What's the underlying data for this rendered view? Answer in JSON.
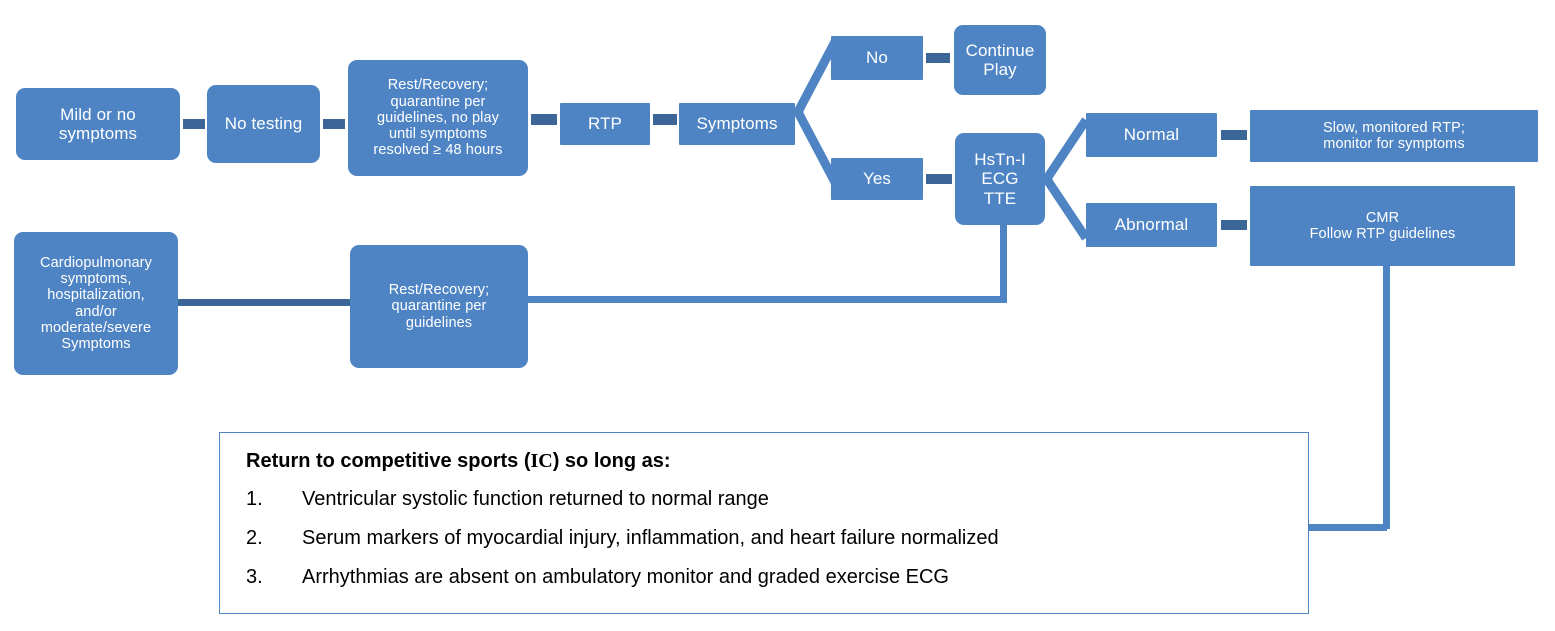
{
  "diagram": {
    "title_semantics": "COVID-19 return-to-play cardiac evaluation flowchart",
    "colors": {
      "box_fill": "#4E84C4",
      "box_text": "#FFFFFF",
      "stub_connector": "#3D6698",
      "route_connector": "#4E84C4",
      "panel_border": "#4E84C4",
      "panel_text": "#000000"
    },
    "nodes": {
      "mild_or_no_symptoms": "Mild or no symptoms",
      "no_testing": "No testing",
      "rest_recovery_full": "Rest/Recovery; quarantine per guidelines, no play until symptoms resolved ≥ 48 hours",
      "rtp": "RTP",
      "symptoms": "Symptoms",
      "branch_no": "No",
      "branch_yes": "Yes",
      "continue_play": "Continue Play",
      "hstni_ecg_tte": "HsTn-I ECG TTE",
      "branch_normal": "Normal",
      "branch_abnormal": "Abnormal",
      "slow_monitored_rtp": "Slow, monitored RTP; monitor for symptoms",
      "cmr_follow": "CMR Follow RTP guidelines",
      "cardiopulmonary": "Cardiopulmonary symptoms, hospitalization, and/or moderate/severe Symptoms",
      "rest_recovery_short": "Rest/Recovery; quarantine per guidelines"
    },
    "node_lines": {
      "mild_or_no_symptoms": [
        "Mild or no",
        "symptoms"
      ],
      "no_testing": [
        "No testing"
      ],
      "rest_recovery_full": [
        "Rest/Recovery;",
        "quarantine per",
        "guidelines, no play",
        "until symptoms",
        "resolved ≥ 48 hours"
      ],
      "rtp": [
        "RTP"
      ],
      "symptoms": [
        "Symptoms"
      ],
      "branch_no": [
        "No"
      ],
      "branch_yes": [
        "Yes"
      ],
      "continue_play": [
        "Continue",
        "Play"
      ],
      "hstni_ecg_tte": [
        "HsTn-I",
        "ECG",
        "TTE"
      ],
      "branch_normal": [
        "Normal"
      ],
      "branch_abnormal": [
        "Abnormal"
      ],
      "slow_monitored_rtp": [
        "Slow, monitored RTP;",
        "monitor for symptoms"
      ],
      "cmr_follow": [
        "CMR",
        "Follow RTP guidelines"
      ],
      "cardiopulmonary": [
        "Cardiopulmonary",
        "symptoms,",
        "hospitalization,",
        "and/or",
        "moderate/severe",
        "Symptoms"
      ],
      "rest_recovery_short": [
        "Rest/Recovery;",
        "quarantine per",
        "guidelines"
      ]
    }
  },
  "criteria_panel": {
    "heading_prefix": "Return to competitive sports (",
    "heading_serif": "IC",
    "heading_suffix": ") so long as:",
    "items": [
      {
        "number": "1.",
        "text": "Ventricular systolic function returned to normal range"
      },
      {
        "number": "2.",
        "text": "Serum markers of myocardial injury, inflammation, and heart failure normalized"
      },
      {
        "number": "3.",
        "text": "Arrhythmias are absent on ambulatory monitor and graded exercise ECG"
      }
    ]
  }
}
